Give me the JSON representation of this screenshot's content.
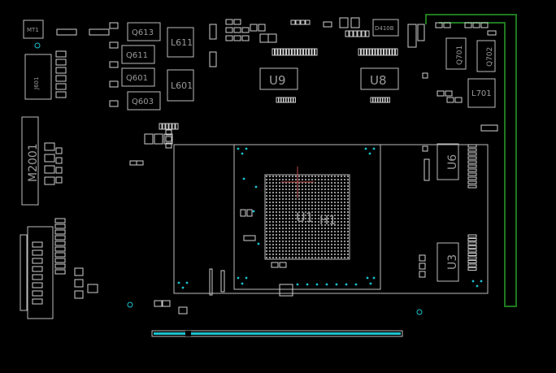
{
  "board": {
    "background": "#000000",
    "silk_color": "#cfcfcf",
    "outline_color": "#bdbdbd",
    "label_color": "#9a9a9a",
    "trace_color": "#1f7a1f",
    "via_color": "#19c2d0",
    "bga_cross_color": "#c24a4a"
  },
  "labels": {
    "mt1": "MT1",
    "q613": "Q613",
    "q611": "Q611",
    "q601": "Q601",
    "q603": "Q603",
    "l611": "L611",
    "l601": "L601",
    "u9": "U9",
    "u8": "U8",
    "d410b": "D410B",
    "q701": "Q701",
    "q702": "Q702",
    "l701": "L701",
    "u6": "U6",
    "u3": "U3",
    "u1": "U1",
    "h1": "H1",
    "j601": "J601",
    "m2001": "M2001"
  }
}
